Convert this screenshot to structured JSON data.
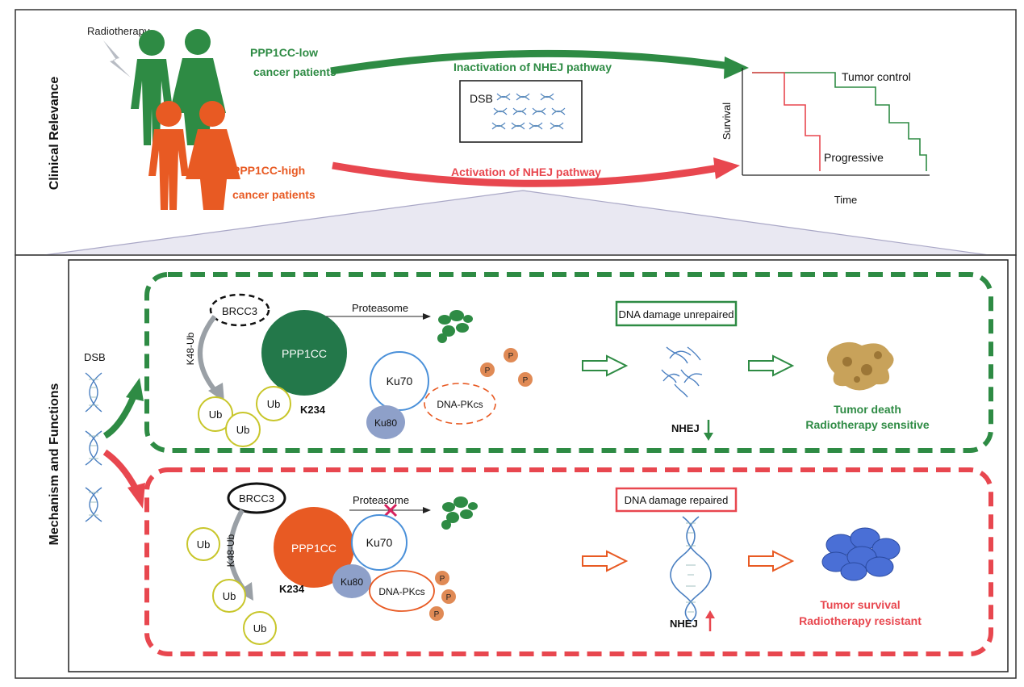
{
  "clinical": {
    "section_label": "Clinical Relevance",
    "radiotherapy": "Radiotherapy",
    "low_group": [
      "PPP1CC-low",
      "cancer patients"
    ],
    "high_group": [
      "PPP1CC-high",
      "cancer patients"
    ],
    "low_arrow_label": "Inactivation of NHEJ pathway",
    "high_arrow_label": "Activation of NHEJ pathway",
    "dsb_label": "DSB",
    "survival_chart": {
      "ylabel": "Survival",
      "xlabel": "Time",
      "tumor_control_label": "Tumor control",
      "progressive_label": "Progressive"
    }
  },
  "mechanism": {
    "section_label": "Mechanism and Functions",
    "dsb_label": "DSB",
    "top": {
      "brcc3": "BRCC3",
      "ppp1cc": "PPP1CC",
      "k48ub": "K48-Ub",
      "ub": [
        "Ub",
        "Ub",
        "Ub"
      ],
      "k234": "K234",
      "proteasome": "Proteasome",
      "ku70": "Ku70",
      "ku80": "Ku80",
      "dnapkcs": "DNA-PKcs",
      "p": [
        "P",
        "P",
        "P"
      ],
      "status_box": "DNA damage unrepaired",
      "nhej": "NHEJ",
      "outcome": [
        "Tumor death",
        "Radiotherapy sensitive"
      ]
    },
    "bottom": {
      "brcc3": "BRCC3",
      "ppp1cc": "PPP1CC",
      "k48ub": "K48-Ub",
      "ub": [
        "Ub",
        "Ub",
        "Ub"
      ],
      "k234": "K234",
      "proteasome": "Proteasome",
      "ku70": "Ku70",
      "ku80": "Ku80",
      "dnapkcs": "DNA-PKcs",
      "p": [
        "P",
        "P",
        "P"
      ],
      "status_box": "DNA damage repaired",
      "nhej": "NHEJ",
      "outcome": [
        "Tumor survival",
        "Radiotherapy resistant"
      ]
    }
  },
  "colors": {
    "green": "#2e8b44",
    "red": "#e8474f",
    "orange": "#e85a23",
    "dark_green": "#23784a",
    "ku_blue": "#4a90d9",
    "ku80_fill": "#8ea0c9",
    "p_fill": "#e08a55",
    "ub_stroke": "#c8c62a"
  }
}
